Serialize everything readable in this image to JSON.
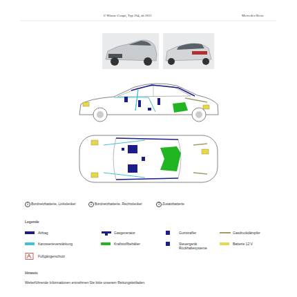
{
  "diagram": {
    "title": "C-Klasse Coupé, Typ 204, ab 2011",
    "labels": [
      "Mercedes-Benz",
      "1",
      "Bordnetzbatterie, Linkslenker",
      "2",
      "Bordnetzbatterie, Rechtslenker",
      "3",
      "Zusatzbatterie",
      "Legende",
      "Hinweis",
      "Weiterführende Informationen entnehmen Sie bitte unserem Rettungsleitfaden."
    ],
    "legend": [
      {
        "text": "Airbag",
        "color": "#1c1c8a"
      },
      {
        "text": "Gasgenerator"
      },
      {
        "text": "Gurtstraffer",
        "color": "#1c1c8a"
      },
      {
        "text": "Gasdruckdämpfer",
        "color": "#a39a6a"
      },
      {
        "text": "Karosserieverstärkung",
        "color": "#3cc4d6"
      },
      {
        "text": "Kraftstoffbehälter",
        "color": "#22b522"
      },
      {
        "text": "Steuergerät Rückhaltesysteme",
        "color": "#1c1c8a"
      },
      {
        "text": "Batterie 12 V",
        "color": "#e6d84c"
      },
      {
        "text": "Fußgängerschutz"
      }
    ]
  }
}
